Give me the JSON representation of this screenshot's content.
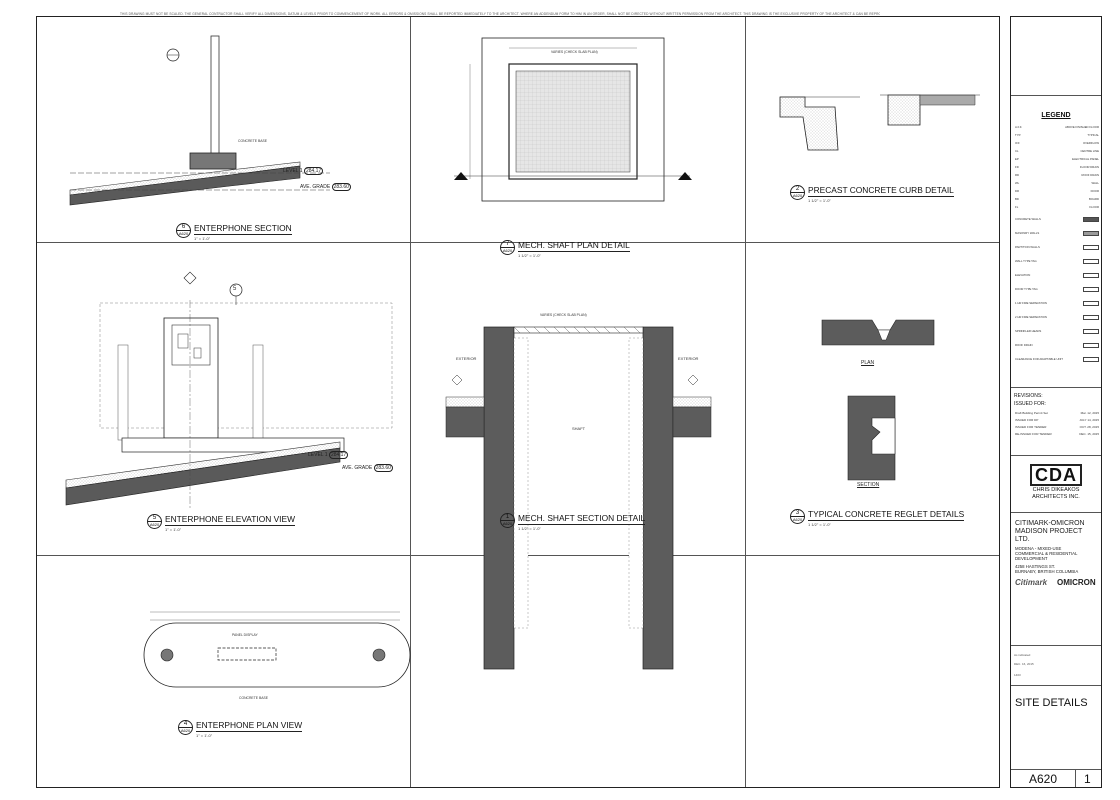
{
  "top_note": "THIS DRAWING MUST NOT BE SCALED. THE GENERAL CONTRACTOR SHALL VERIFY ALL DIMENSIONS, DATUM & LEVELS PRIOR TO COMMENCEMENT OF WORK. ALL ERRORS & OMISSIONS SHALL BE REPORTED IMMEDIATELY TO THE ARCHITECT. WHERE AN ADDENDUM FORM TO HIM IN AN ORDER, SHALL NOT BE DIRECTED WITHOUT WRITTEN PERMISSION FROM THE ARCHITECT. THIS DRAWING IS THE EXCLUSIVE PROPERTY OF THE ARCHITECT & CAN BE REPRODUCED ONLY WITH THE PERMISSION OF THE ARCHITECT. IN WHICH CASE THE REPRODUCTION MUST BEAR THE ARCHITECT'S NAME.",
  "details": {
    "d6": {
      "title": "ENTERPHONE SECTION",
      "num": "6",
      "sheet": "A620",
      "scale": "1\" = 1'-0\""
    },
    "d7": {
      "title": "MECH. SHAFT PLAN DETAIL",
      "num": "7",
      "sheet": "A620",
      "scale": "1 1/2\" = 1'-0\""
    },
    "d2": {
      "title": "PRECAST CONCRETE CURB DETAIL",
      "num": "2",
      "sheet": "A620",
      "scale": "1 1/2\" = 1'-0\""
    },
    "d5": {
      "title": "ENTERPHONE ELEVATION VIEW",
      "num": "5",
      "sheet": "A620",
      "scale": "1\" = 1'-0\""
    },
    "d1": {
      "title": "MECH. SHAFT SECTION DETAIL",
      "num": "1",
      "sheet": "A620",
      "scale": "1 1/2\" = 1'-0\""
    },
    "d3": {
      "title": "TYPICAL CONCRETE REGLET DETAILS",
      "num": "3",
      "sheet": "A620",
      "scale": "1 1/2\" = 1'-0\""
    },
    "d4": {
      "title": "ENTERPHONE PLAN VIEW",
      "num": "4",
      "sheet": "A620",
      "scale": "1\" = 1'-0\""
    }
  },
  "annotations": {
    "level1": "LEVEL 1",
    "level1_val": "284.17",
    "ave_grade": "AVE. GRADE",
    "ave_grade_val": "283.60",
    "exterior": "EXTERIOR",
    "shaft": "SHAFT",
    "plan": "PLAN",
    "section": "SECTION",
    "varies": "VARIES (CHECK SLAB PLAN)",
    "concrete_base": "CONCRETE BASE",
    "panel_display": "PANEL DISPLAY",
    "grid_5": "5"
  },
  "legend": {
    "title": "LEGEND",
    "rows": [
      [
        "A.F.F.",
        "ABOVE FINISHED FLOOR"
      ],
      [
        "TYP.",
        "TYPICAL"
      ],
      [
        "O/F",
        "OVERFLOW"
      ],
      [
        "CL",
        "CENTRE LINE"
      ],
      [
        "EP",
        "ELECTRICAL PANEL"
      ],
      [
        "FD",
        "FLOOR DRAIN"
      ],
      [
        "RD",
        "ROOF DRAIN"
      ],
      [
        "WL",
        "WALL"
      ],
      [
        "DR",
        "DOOR"
      ],
      [
        "BD",
        "BOARD"
      ],
      [
        "FL",
        "FLOOR"
      ]
    ],
    "items": [
      "CONCRETE WALLS",
      "MASONRY WALLS",
      "PARTITION WALLS",
      "WALL TYPE TAG",
      "ELEVATION",
      "DOOR TYPE TAG",
      "1 HR FIRE SEPARATION",
      "2 HR FIRE SEPARATION",
      "SPRINKLER HEADS",
      "ROOF DRAIN",
      "CLEARANCE FOR ADAPTABLE UNIT"
    ]
  },
  "revisions": {
    "label": "REVISIONS:",
    "issued_for": "ISSUED FOR:",
    "rows": [
      [
        "Draft Building Permit Set",
        "Mar. 12, 2015"
      ],
      [
        "ISSUED FOR DP",
        "JULY 14, 2015"
      ],
      [
        "ISSUED FOR TENDER",
        "OCT. 28, 2015"
      ],
      [
        "RE-ISSUED FOR TENDER",
        "DEC. 15, 2015"
      ]
    ]
  },
  "firm": {
    "logo": "CDA",
    "name_line1": "CHRIS DIKEAKOS",
    "name_line2": "ARCHITECTS INC."
  },
  "project": {
    "name_l1": "CITIMARK-OMICRON",
    "name_l2": "MADISON PROJECT",
    "name_l3": "LTD.",
    "desc_l1": "MODENA - MIXED-USE",
    "desc_l2": "COMMERCIAL & RESIDENTIAL",
    "desc_l3": "DEVELOPMENT",
    "addr_l1": "4258 HASTINGS ST.",
    "addr_l2": "BURNABY, BRITISH COLUMBIA",
    "brand1": "Citimark",
    "brand2": "OMICRON"
  },
  "sheet": {
    "title": "SITE DETAILS",
    "number": "A620",
    "revision": "1",
    "scale": "As indicated",
    "date": "DEC. 16, 2015",
    "job": "1403"
  },
  "colors": {
    "concrete_dark": "#555555",
    "hatch": "#9a9a9a",
    "line": "#222222"
  }
}
